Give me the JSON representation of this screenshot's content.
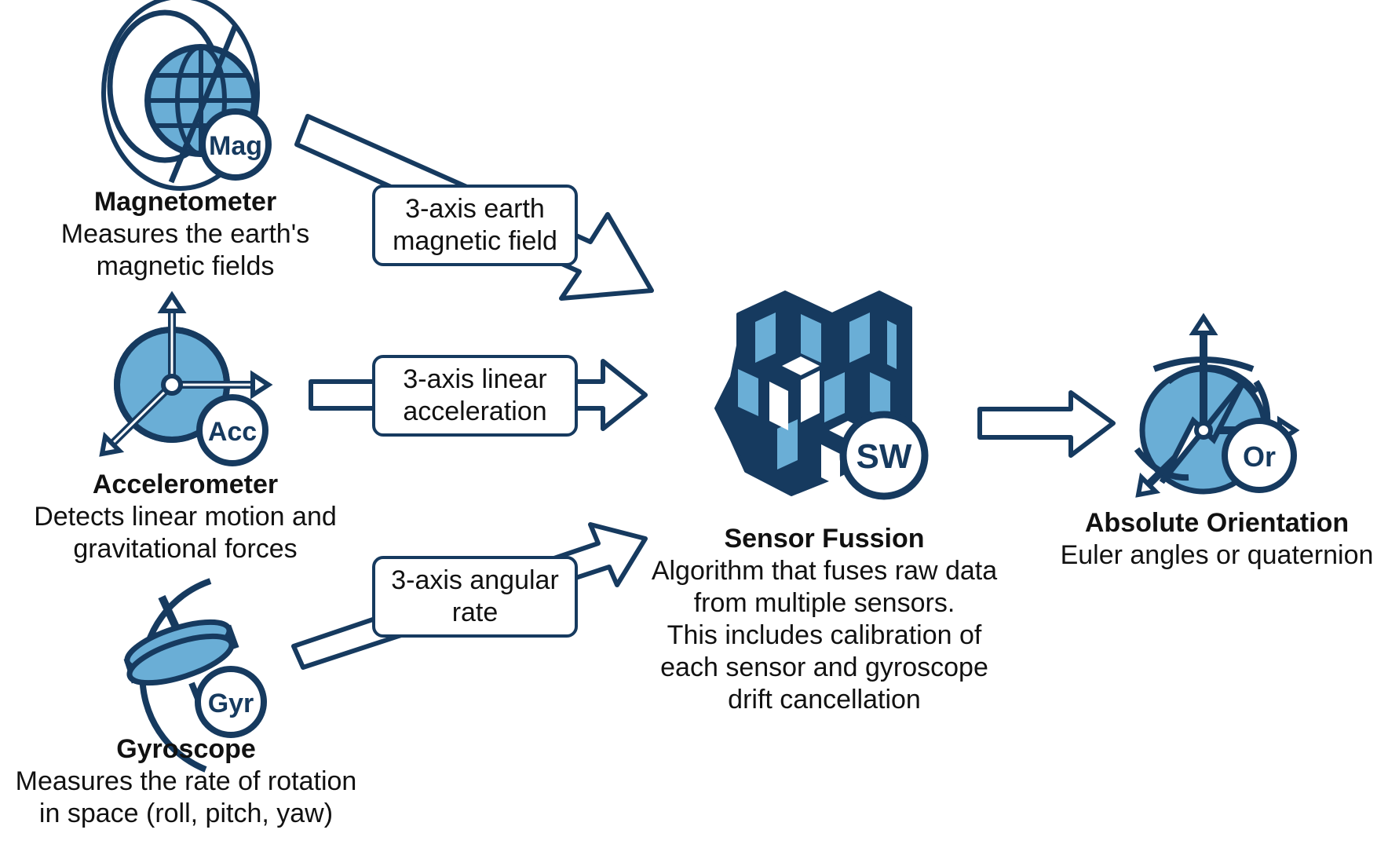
{
  "colors": {
    "dark": "#163a5f",
    "light": "#6aaed6"
  },
  "sensors": [
    {
      "title": "Magnetometer",
      "desc1": "Measures the earth's",
      "desc2": "magnetic fields",
      "badge": "Mag",
      "icon": "globe-icon"
    },
    {
      "title": "Accelerometer",
      "desc1": "Detects linear motion and",
      "desc2": "gravitational forces",
      "badge": "Acc",
      "icon": "axes-icon"
    },
    {
      "title": "Gyroscope",
      "desc1": "Measures the rate of rotation",
      "desc2": "in space (roll, pitch, yaw)",
      "badge": "Gyr",
      "icon": "gyroscope-icon"
    }
  ],
  "edges": [
    {
      "line1": "3-axis earth",
      "line2": "magnetic field"
    },
    {
      "line1": "3-axis linear",
      "line2": "acceleration"
    },
    {
      "line1": "3-axis angular",
      "line2": "rate"
    }
  ],
  "fusion": {
    "title": "Sensor Fussion",
    "desc": [
      "Algorithm that fuses raw data",
      "from multiple sensors.",
      "This includes calibration of",
      "each sensor and gyroscope",
      "drift cancellation"
    ],
    "badge": "SW",
    "icon": "cubes-icon"
  },
  "output": {
    "title": "Absolute Orientation",
    "desc": "Euler angles or quaternion",
    "badge": "Or",
    "icon": "compass-icon"
  }
}
